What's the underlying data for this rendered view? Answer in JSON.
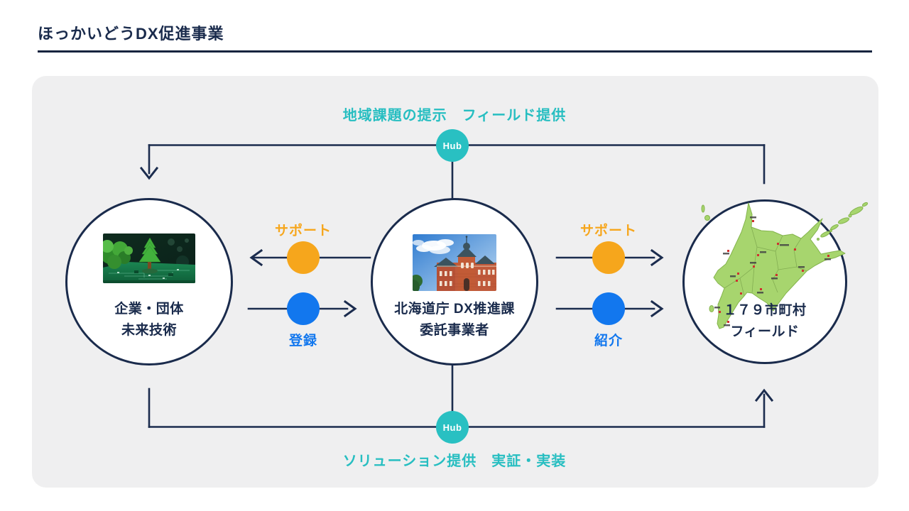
{
  "page": {
    "title": "ほっかいどうDX促進事業"
  },
  "diagram": {
    "top_flow_label": "地域課題の提示　フィールド提供",
    "bottom_flow_label": "ソリューション提供　実証・実装",
    "hub_top_label": "Hub",
    "hub_bottom_label": "Hub",
    "nodes": {
      "left": {
        "line1": "企業・団体",
        "line2": "未来技術",
        "image": "tree-on-circuit-board-photo"
      },
      "center": {
        "line1": "北海道庁 DX推進課",
        "line2": "委託事業者",
        "image": "hokkaido-government-building-photo"
      },
      "right": {
        "line1": "１７９市町村",
        "line2": "フィールド",
        "image": "hokkaido-map"
      }
    },
    "left_links": {
      "support_label": "サポート",
      "register_label": "登録"
    },
    "right_links": {
      "support_label": "サポート",
      "introduce_label": "紹介"
    },
    "colors": {
      "navy": "#1a2b4c",
      "teal": "#29c0c2",
      "orange": "#f6a61c",
      "blue": "#1277ee",
      "panel_bg": "#efeff0",
      "map_green": "#a7d56e"
    }
  }
}
